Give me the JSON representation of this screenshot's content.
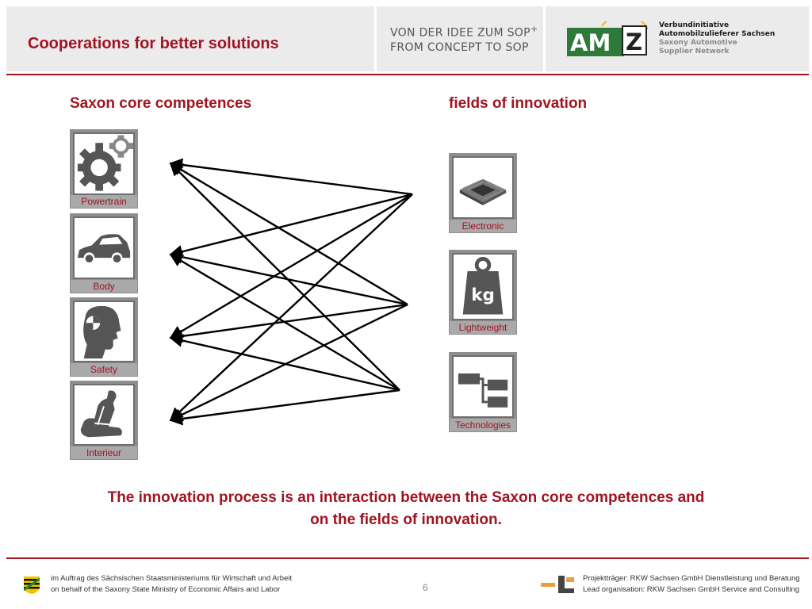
{
  "header": {
    "title": "Cooperations for better solutions",
    "slogan_line1": "VON DER IDEE ZUM SOP",
    "slogan_sup": "+",
    "slogan_line2": "FROM CONCEPT TO SOP",
    "logo_text": "AMZ",
    "logo_sub1": "Verbundinitiative",
    "logo_sub2": "Automobilzulieferer Sachsen",
    "logo_sub3": "Saxony Automotive",
    "logo_sub4": "Supplier Network",
    "accent_color": "#a01421"
  },
  "left_column": {
    "heading": "Saxon core competences",
    "items": [
      {
        "label": "Powertrain",
        "icon": "gear-icon"
      },
      {
        "label": "Body",
        "icon": "car-body-icon"
      },
      {
        "label": "Safety",
        "icon": "crash-dummy-icon"
      },
      {
        "label": "Interieur",
        "icon": "car-seat-icon"
      }
    ]
  },
  "right_column": {
    "heading": "fields of innovation",
    "items": [
      {
        "label": "Electronic",
        "icon": "microchip-icon"
      },
      {
        "label": "Lightweight",
        "icon": "kg-weight-icon"
      },
      {
        "label": "Technologies",
        "icon": "process-flow-icon"
      }
    ]
  },
  "connections": "every field of innovation links to every core competence",
  "conclusion_line1": "The innovation process is an interaction between the Saxon core competences and",
  "conclusion_line2": "on the fields of innovation.",
  "footer": {
    "left_line1": "im Auftrag des Sächsischen Staatsministeriums für Wirtschaft und Arbeit",
    "left_line2": "on behalf of the Saxony State Ministry of Economic Affairs and Labor",
    "page_number": "6",
    "right_line1": "Projektträger: RKW Sachsen GmbH Dienstleistung und Beratung",
    "right_line2": "Lead organisation: RKW Sachsen GmbH Service and Consulting"
  }
}
